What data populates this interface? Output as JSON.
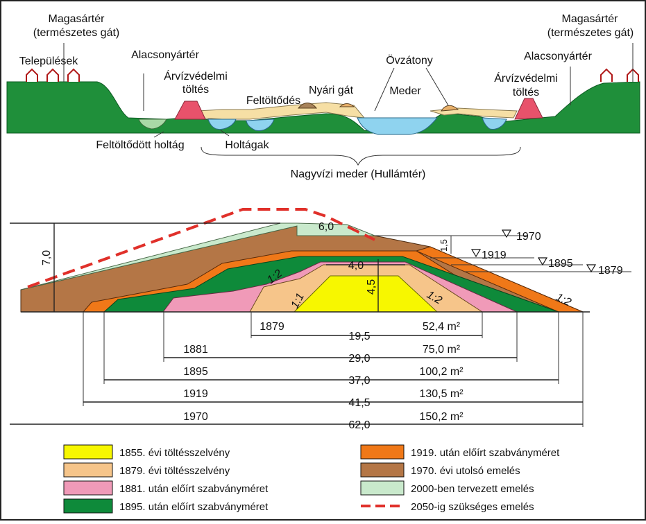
{
  "section": {
    "labels": {
      "highfloodplain_left": "Magasártér",
      "natural_levee_left": "(természetes gát)",
      "settlements": "Települések",
      "lowfloodplain_left": "Alacsonyártér",
      "levee_left_1": "Árvízvédelmi",
      "levee_left_2": "töltés",
      "filling": "Feltöltődés",
      "summer_dike": "Nyári gát",
      "point_bar": "Övzátony",
      "river_bed": "Meder",
      "levee_right_1": "Árvízvédelmi",
      "levee_right_2": "töltés",
      "lowfloodplain_right": "Alacsonyártér",
      "highfloodplain_right": "Magasártér",
      "natural_levee_right": "(természetes gát)",
      "filled_oxbow": "Feltöltődött holtág",
      "oxbows": "Holtágak",
      "flood_bed": "Nagyvízi meder (Hullámtér)"
    },
    "colors": {
      "ground": "#1f8f3a",
      "water": "#8fd3ef",
      "levee": "#e8526b",
      "fill": "#f6dfa5",
      "oxbow_filled": "#a9d9a6",
      "dike": "#a8835a"
    }
  },
  "profile": {
    "height_label": "7,0",
    "crest_label": "6,0",
    "step_label": "1,5",
    "top_1879_label": "4,0",
    "height_1879_label": "4,5",
    "slope_left_2": "1:2",
    "slope_left_1": "1:1",
    "slope_right_inner": "1:2",
    "slope_right_outer": "1:2",
    "water_levels": [
      "1970",
      "1919",
      "1895",
      "1879"
    ],
    "dimensions": [
      {
        "year": "1879",
        "width": "19,5",
        "area": "52,4 m²"
      },
      {
        "year": "1881",
        "width": "29,0",
        "area": "75,0 m²"
      },
      {
        "year": "1895",
        "width": "37,0",
        "area": "100,2 m²"
      },
      {
        "year": "1919",
        "width": "41,5",
        "area": "130,5 m²"
      },
      {
        "year": "1970",
        "width": "62,0",
        "area": "150,2 m²"
      }
    ]
  },
  "legend": {
    "items": [
      {
        "label": "1855. évi töltésszelvény",
        "color": "#f7f700"
      },
      {
        "label": "1879. évi töltésszelvény",
        "color": "#f6c58a"
      },
      {
        "label": "1881. után előírt szabványméret",
        "color": "#f09ab8"
      },
      {
        "label": "1895. után előírt szabványméret",
        "color": "#0e8a3a"
      },
      {
        "label": "1919. után előírt szabványméret",
        "color": "#f07818"
      },
      {
        "label": "1970. évi utolsó emelés",
        "color": "#b47646"
      },
      {
        "label": "2000-ben tervezett emelés",
        "color": "#c9e9cc"
      },
      {
        "label": "2050-ig szükséges emelés",
        "color": "#e0302a"
      }
    ]
  }
}
